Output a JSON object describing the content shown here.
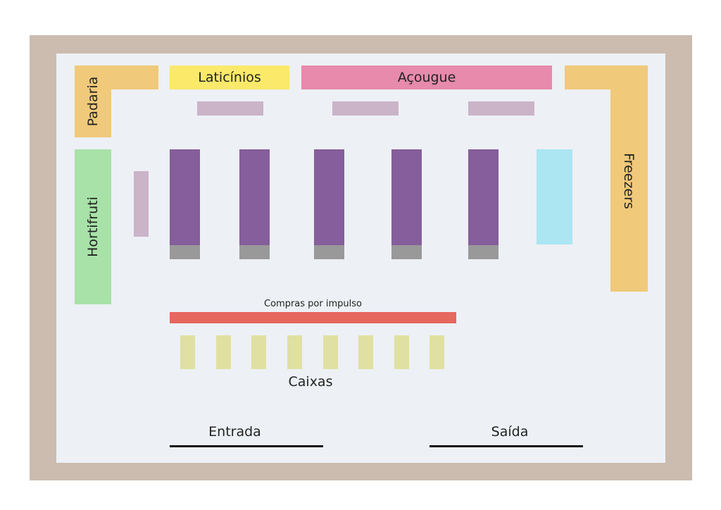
{
  "labels": {
    "padaria": "Padaria",
    "laticinios": "Laticínios",
    "acougue": "Açougue",
    "freezers": "Freezers",
    "hortifruti": "Hortifruti",
    "compras_impulso": "Compras por impulso",
    "caixas": "Caixas",
    "entrada": "Entrada",
    "saida": "Saída"
  },
  "counts": {
    "aisles": 5,
    "checkouts": 8
  },
  "colors": {
    "wall": "#cbbcaf",
    "floor": "#edf0f5",
    "padaria": "#f0c97a",
    "laticinios": "#fbe96a",
    "acougue": "#e78aab",
    "freezers": "#f0c97a",
    "hortifruti": "#a8e2a8",
    "islands": "#cbb3c8",
    "shelves": "#855e9b",
    "shelf_ends": "#999999",
    "cooler": "#abe6f2",
    "impulso": "#e6675e",
    "caixas": "#e0e0a2"
  }
}
